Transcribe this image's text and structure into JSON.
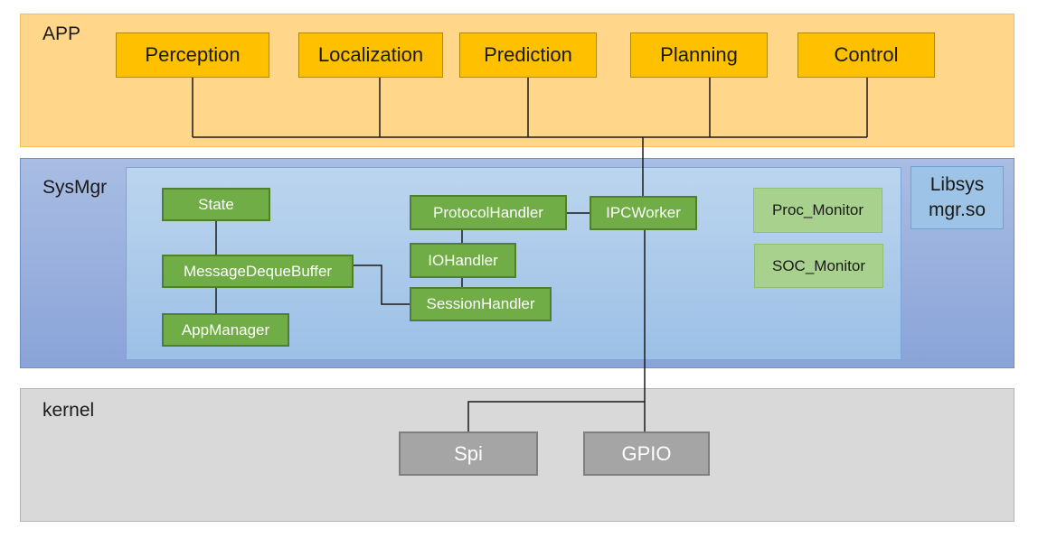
{
  "app": {
    "label": "APP",
    "modules": [
      "Perception",
      "Localization",
      "Prediction",
      "Planning",
      "Control"
    ]
  },
  "sysmgr": {
    "label": "SysMgr",
    "state": "State",
    "message_deque_buffer": "MessageDequeBuffer",
    "app_manager": "AppManager",
    "protocol_handler": "ProtocolHandler",
    "io_handler": "IOHandler",
    "session_handler": "SessionHandler",
    "ipc_worker": "IPCWorker",
    "proc_monitor": "Proc_Monitor",
    "soc_monitor": "SOC_Monitor",
    "lib_line1": "Libsys",
    "lib_line2": "mgr.so"
  },
  "kernel": {
    "label": "kernel",
    "spi": "Spi",
    "gpio": "GPIO"
  },
  "colors": {
    "app_bg": "#ffd68a",
    "app_box": "#ffc000",
    "sysmgr_bg": "#8faadc",
    "inner_panel": "#bdd7ee",
    "module_green": "#70ad47",
    "monitor_green": "#a9d18e",
    "kernel_bg": "#d9d9d9",
    "kernel_box": "#a5a5a5"
  }
}
